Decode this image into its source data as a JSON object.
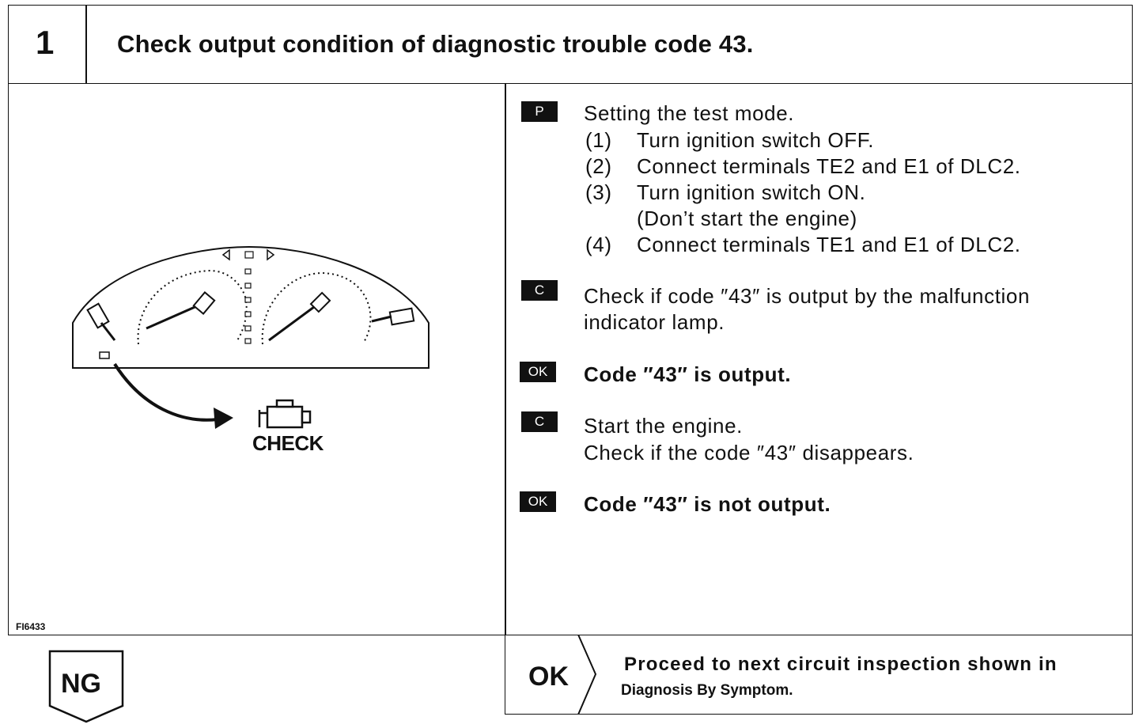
{
  "header": {
    "step_number": "1",
    "title": "Check output condition of diagnostic trouble code 43."
  },
  "figure": {
    "figure_id": "FI6433",
    "check_label": "CHECK"
  },
  "procedure": [
    {
      "badge": "P",
      "text": "Setting the test mode.",
      "bold": false
    },
    {
      "sub": [
        {
          "num": "(1)",
          "text": "Turn ignition switch OFF."
        },
        {
          "num": "(2)",
          "text": "Connect terminals TE2 and E1 of DLC2."
        },
        {
          "num": "(3)",
          "text": "Turn ignition switch ON."
        },
        {
          "num": "",
          "text": "(Don’t start the engine)"
        },
        {
          "num": "(4)",
          "text": "Connect terminals TE1 and E1 of DLC2."
        }
      ]
    }
  ],
  "steps": {
    "c1_badge": "C",
    "c1_line1": "Check if code ″43″ is output by the malfunction",
    "c1_line2": "indicator lamp.",
    "ok1_badge": "OK",
    "ok1_text": "Code ″43″ is output.",
    "c2_badge": "C",
    "c2_line1": "Start the engine.",
    "c2_line2": "Check if the code ″43″ disappears.",
    "ok2_badge": "OK",
    "ok2_text": "Code ″43″ is not output."
  },
  "footer": {
    "ng_label": "NG",
    "ok_label": "OK",
    "proceed_line1": "Proceed to next circuit inspection shown in",
    "proceed_line2": "Diagnosis By Symptom."
  }
}
